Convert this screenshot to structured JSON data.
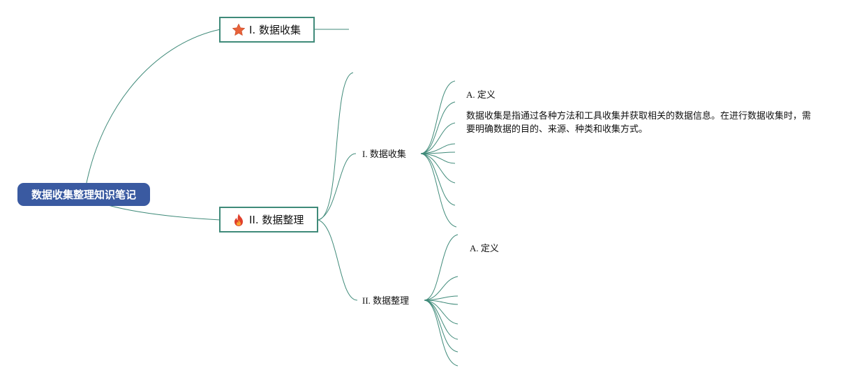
{
  "root": {
    "title": "数据收集整理知识笔记"
  },
  "branches": [
    {
      "label": "I. 数据收集",
      "icon": "star-icon"
    },
    {
      "label": "II. 数据整理",
      "icon": "fire-icon"
    }
  ],
  "sub_branches": [
    {
      "label": "I. 数据收集",
      "child_label": "A. 定义",
      "description": "数据收集是指通过各种方法和工具收集并获取相关的数据信息。在进行数据收集时，需要明确数据的目的、来源、种类和收集方式。"
    },
    {
      "label": "II. 数据整理",
      "child_label": "A. 定义"
    }
  ],
  "colors": {
    "line": "#3f8a79",
    "root_fill": "#3a5aa1",
    "star": "#e8623a",
    "fire": "#e0402b"
  }
}
